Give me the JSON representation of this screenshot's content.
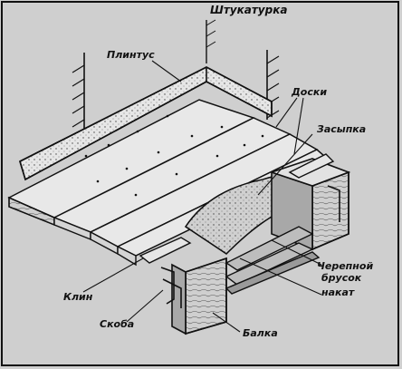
{
  "labels": {
    "plaster": "Штукатурка",
    "baseboard": "Плинтус",
    "boards": "Доски",
    "backfill": "Засыпка",
    "cranial_bar_line1": "Черепной",
    "cranial_bar_line2": "брусок",
    "deck": "накат",
    "wedge": "Клин",
    "clamp": "Скоба",
    "beam": "Балка"
  },
  "colors": {
    "background": "#cfcfcf",
    "line": "#111111",
    "wood": "#e6e6e6",
    "shadow": "#9a9a9a",
    "fill": "#bdbdbd"
  }
}
